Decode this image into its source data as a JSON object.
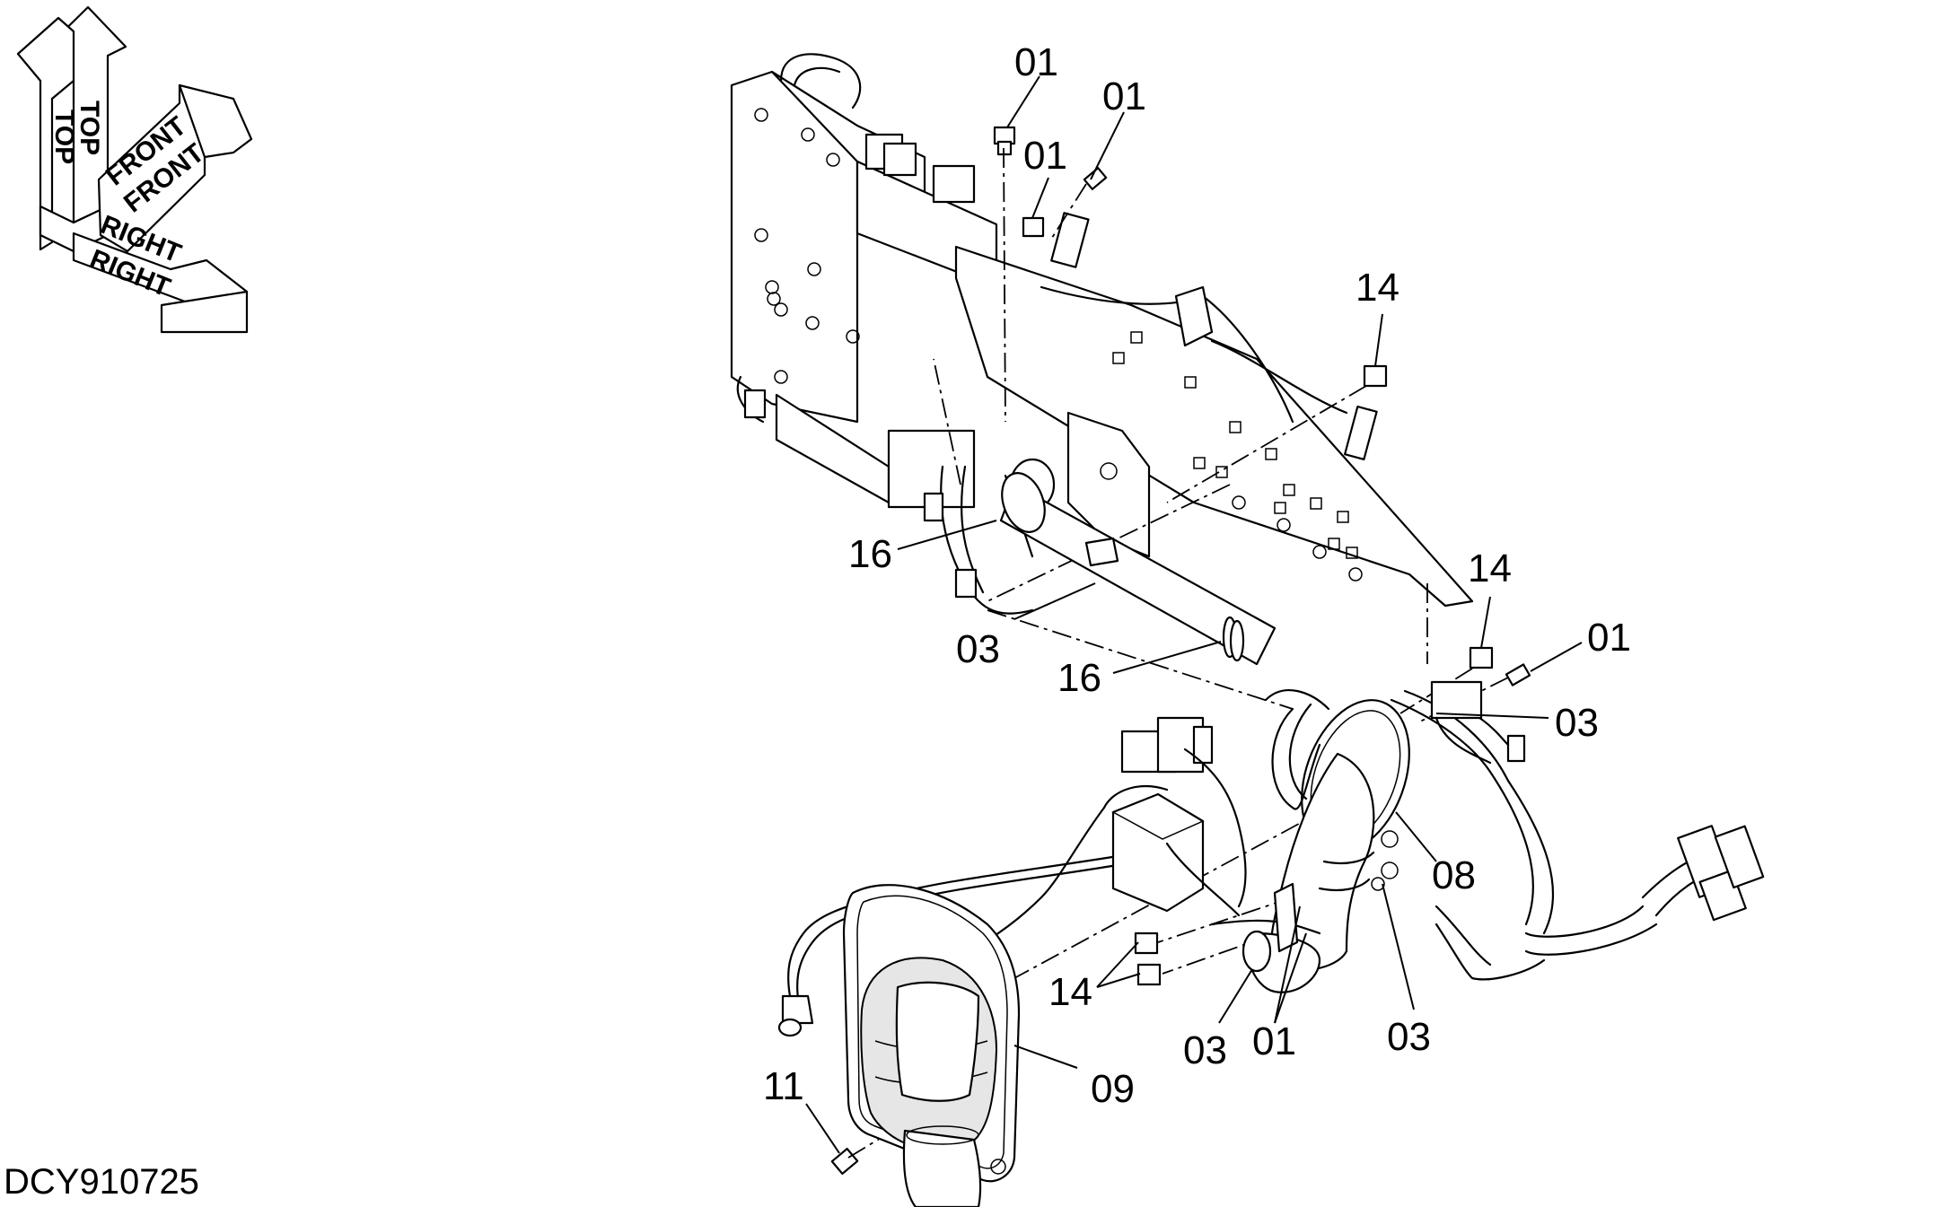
{
  "orientation": {
    "top_label": "TOP",
    "front_label": "FRONT",
    "right_label": "RIGHT"
  },
  "callouts": {
    "c01a": "01",
    "c01b": "01",
    "c01c": "01",
    "c14a": "14",
    "c16a": "16",
    "c03a": "03",
    "c16b": "16",
    "c14b": "14",
    "c01d": "01",
    "c03b": "03",
    "c08": "08",
    "c14c": "14",
    "c03c": "03",
    "c01e": "01",
    "c03d": "03",
    "c09": "09",
    "c11": "11"
  },
  "drawing_code": "DCY910725"
}
